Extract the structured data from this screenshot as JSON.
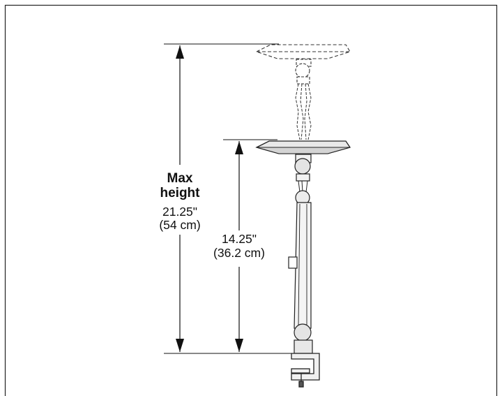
{
  "max_height": {
    "title_line1": "Max",
    "title_line2": "height",
    "inches": "21.25\"",
    "cm": "(54 cm)"
  },
  "min_height": {
    "inches": "14.25\"",
    "cm": "(36.2 cm)"
  }
}
